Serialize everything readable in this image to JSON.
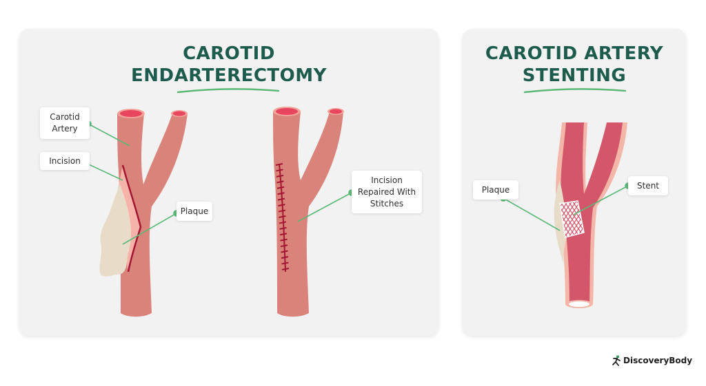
{
  "left_panel": {
    "title_line1": "CAROTID",
    "title_line2": "ENDARTERECTOMY",
    "labels": {
      "carotid_artery_line1": "Carotid",
      "carotid_artery_line2": "Artery",
      "incision": "Incision",
      "plaque": "Plaque",
      "repaired_line1": "Incision",
      "repaired_line2": "Repaired With",
      "repaired_line3": "Stitches"
    }
  },
  "right_panel": {
    "title_line1": "CAROTID ARTERY",
    "title_line2": "STENTING",
    "labels": {
      "plaque": "Plaque",
      "stent": "Stent"
    }
  },
  "brand": {
    "name": "DiscoveryBody",
    "logo_icon": "running-figure-icon"
  },
  "colors": {
    "title": "#1d5c4d",
    "accent_green": "#5cb877",
    "artery": "#d9837a",
    "artery_lumen": "#e8455f",
    "stent_artery": "#d4566a",
    "plaque": "#e8dcc8",
    "stitch": "#a31631"
  }
}
